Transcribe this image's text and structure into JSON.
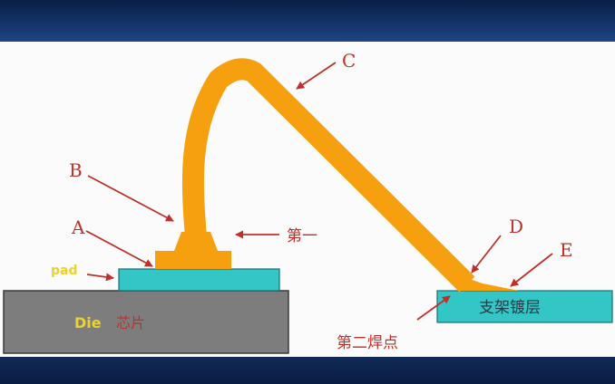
{
  "labels": {
    "pad": "pad",
    "die": "Die",
    "die_cn": "芯片",
    "a": "A",
    "b": "B",
    "c": "C",
    "d": "D",
    "e": "E",
    "first": "第一",
    "second_bond": "第二焊点",
    "frame_plating": "支架镀层"
  },
  "colors": {
    "wire": "#f7a00f",
    "pad": "#33c6c6",
    "die": "#7d7d7d",
    "arrow": "#c0302a",
    "label_red": "#c0302a",
    "label_yellow": "#ecd22a",
    "band": "#14356c"
  }
}
